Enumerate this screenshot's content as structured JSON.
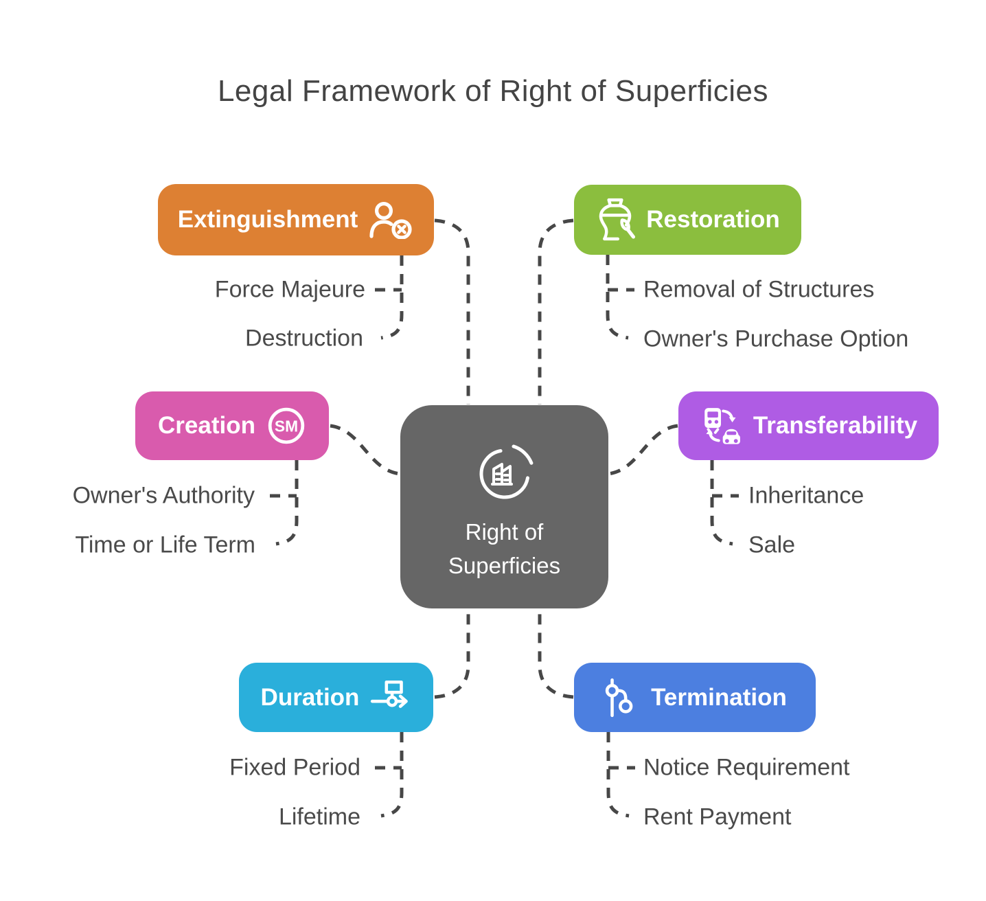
{
  "title": "Legal Framework of Right of Superficies",
  "center": {
    "line1": "Right of",
    "line2": "Superficies",
    "icon": "building-cycle-icon",
    "color": "#666666"
  },
  "branches": [
    {
      "label": "Extinguishment",
      "icon": "user-x-icon",
      "color": "#DD8033",
      "children": [
        "Force Majeure",
        "Destruction"
      ]
    },
    {
      "label": "Restoration",
      "icon": "vase-restore-icon",
      "color": "#8BBE3E",
      "children": [
        "Removal of Structures",
        "Owner's Purchase Option"
      ]
    },
    {
      "label": "Creation",
      "icon": "sm-circle-icon",
      "sm_text": "SM",
      "color": "#D95BAD",
      "children": [
        "Owner's Authority",
        "Time or Life Term"
      ]
    },
    {
      "label": "Transferability",
      "icon": "transfer-vehicles-icon",
      "color": "#AF5CE4",
      "children": [
        "Inheritance",
        "Sale"
      ]
    },
    {
      "label": "Duration",
      "icon": "timeline-icon",
      "color": "#2AAFDB",
      "children": [
        "Fixed Period",
        "Lifetime"
      ]
    },
    {
      "label": "Termination",
      "icon": "git-branch-icon",
      "color": "#4C7FE0",
      "children": [
        "Notice Requirement",
        "Rent Payment"
      ]
    }
  ],
  "colors": {
    "background": "#FFFFFF",
    "title_text": "#444444",
    "leaf_text": "#4A4A4A",
    "connector": "#474747",
    "box_text": "#FFFFFF"
  }
}
